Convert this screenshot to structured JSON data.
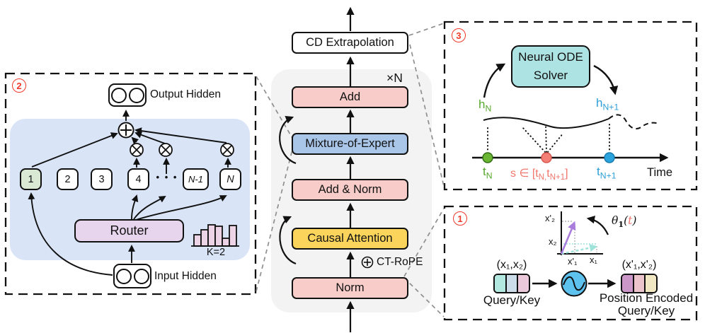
{
  "moe_panel": {
    "badge": "2",
    "output_hidden": "Output Hidden",
    "input_hidden": "Input Hidden",
    "router": "Router",
    "k": "K=2",
    "experts": [
      "1",
      "2",
      "3",
      "4",
      "N-1",
      "N"
    ],
    "dots": "• • •"
  },
  "center": {
    "cd": "CD Extrapolation",
    "repeat": "×N",
    "add": "Add",
    "moe": "Mixture-of-Expert",
    "add_norm": "Add & Norm",
    "causal": "Causal Attention",
    "norm": "Norm",
    "ct_rope": "CT-RoPE"
  },
  "ode": {
    "badge": "3",
    "solver": [
      "Neural ODE",
      "Solver"
    ],
    "h_left": {
      "base": "h",
      "sub": "N"
    },
    "h_right": {
      "base": "h",
      "sub": "N+1"
    },
    "t_left": {
      "base": "t",
      "sub": "N"
    },
    "t_right": {
      "base": "t",
      "sub": "N+1"
    },
    "s_range": {
      "p1": "s ∈ [t",
      "s1": "N,",
      "p2": "t",
      "s2": "N+1",
      "p3": "]"
    },
    "time": "Time"
  },
  "rope": {
    "badge": "1",
    "input_vector": "(x₁,x₂)",
    "output_vector": "(x'₁,x'₂)",
    "query_key": "Query/Key",
    "pos_encoded": [
      "Position Encoded",
      "Query/Key"
    ],
    "axis": {
      "x2_rot": "x'₂",
      "x2": "x₂",
      "x1_rot": "x'₁",
      "x1": "x₁"
    },
    "theta": {
      "base": "θ",
      "sub": "1",
      "open": "(",
      "t": "t",
      "close": ")"
    }
  },
  "colors": {
    "pink_box": "#f8cdc9",
    "moe_blue_box": "#a9c6e8",
    "attention_yellow": "#fbd45c",
    "ode_teal_box": "#aee3e3",
    "panel_blue_bg": "#d9e4f7",
    "router_purple": "#e6d5ec",
    "expert_green": "#d9e9d3",
    "green_accent": "#56a82c",
    "red_accent": "#f0766c",
    "blue_accent": "#2d9fd8",
    "badge_red": "#f0392b",
    "gray_bg": "#f3f3f3"
  }
}
